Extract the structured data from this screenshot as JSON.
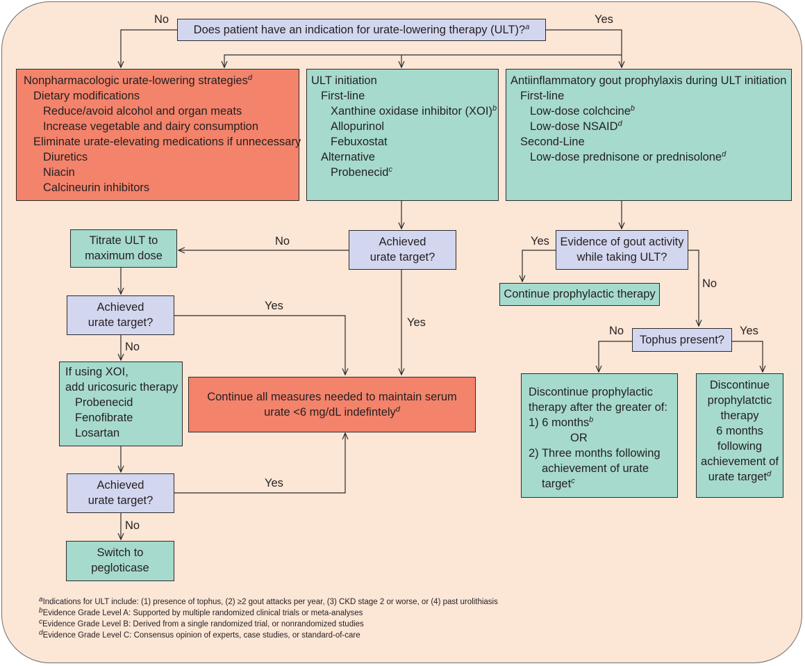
{
  "q_indication": {
    "text": "Does patient have an indication for urate-lowering therapy (ULT)?",
    "fn": "a"
  },
  "labels": {
    "no": "No",
    "yes": "Yes"
  },
  "nonpharm": {
    "title": "Nonpharmacologic urate-lowering strategies",
    "title_fn": "d",
    "diet": "Dietary modifications",
    "diet_items": [
      "Reduce/avoid alcohol and organ meats",
      "Increase vegetable and dairy consumption"
    ],
    "elim": "Eliminate urate-elevating medications if unnecessary",
    "elim_items": [
      "Diuretics",
      "Niacin",
      "Calcineurin inhibitors"
    ]
  },
  "ult": {
    "title": "ULT initiation",
    "first": "First-line",
    "xoi": "Xanthine oxidase inhibitor (XOI)",
    "xoi_fn": "b",
    "allo": "Allopurinol",
    "febux": "Febuxostat",
    "alt": "Alternative",
    "probenecid": "Probenecid",
    "probenecid_fn": "c"
  },
  "prophylaxis": {
    "title": "Antiinflammatory gout prophylaxis during ULT initiation",
    "first": "First-line",
    "colch": "Low-dose colchcine",
    "colch_fn": "b",
    "nsaid": "Low-dose NSAID",
    "nsaid_fn": "d",
    "second": "Second-Line",
    "pred": "Low-dose prednisone or prednisolone",
    "pred_fn": "d"
  },
  "q_target": {
    "line1": "Achieved",
    "line2": "urate target?"
  },
  "titrate": {
    "line1": "Titrate ULT to",
    "line2": "maximum dose"
  },
  "xoi_add": {
    "line1": "If using XOI,",
    "line2": "add uricosuric therapy",
    "items": [
      "Probenecid",
      "Fenofibrate",
      "Losartan"
    ]
  },
  "switch": {
    "line1": "Switch to",
    "line2": "pegloticase"
  },
  "maintain": {
    "line1": "Continue all measures needed to maintain serum",
    "line2": "urate <6 mg/dL indefintely",
    "fn": "d"
  },
  "q_gout": {
    "line1": "Evidence of gout activity",
    "line2": "while taking ULT?"
  },
  "cont_proph": "Continue prophylactic therapy",
  "q_tophus": "Tophus present?",
  "disc_a": {
    "lines": [
      "Discontinue prophylactic",
      "therapy after the greater of:"
    ],
    "opt1": "1)  6 months",
    "opt1_fn": "b",
    "or": "OR",
    "opt2": "2) Three months following",
    "opt2b": "achievement of urate",
    "opt2c": "target",
    "opt2c_fn": "c"
  },
  "disc_b": {
    "lines": [
      "Discontinue",
      "prophylatctic",
      "therapy",
      "6 months",
      "following",
      "achievement of"
    ],
    "last": "urate target",
    "last_fn": "d"
  },
  "footnotes": [
    {
      "mark": "a",
      "text": "Indications for ULT include: (1) presence of tophus, (2) ≥2 gout attacks per year, (3) CKD stage 2 or worse, or (4) past urolithiasis"
    },
    {
      "mark": "b",
      "text": "Evidence Grade Level A: Supported by multiple randomized clinical trials or meta-analyses"
    },
    {
      "mark": "c",
      "text": "Evidence Grade Level B: Derived from a single randomized trial, or nonrandomized studies"
    },
    {
      "mark": "d",
      "text": "Evidence Grade Level C: Consensus opinion of experts, case studies, or standard-of-care"
    }
  ],
  "colors": {
    "question": "#d3d6ef",
    "action": "#a6dacd",
    "key_action": "#f3836b",
    "background": "#fce6d6"
  }
}
